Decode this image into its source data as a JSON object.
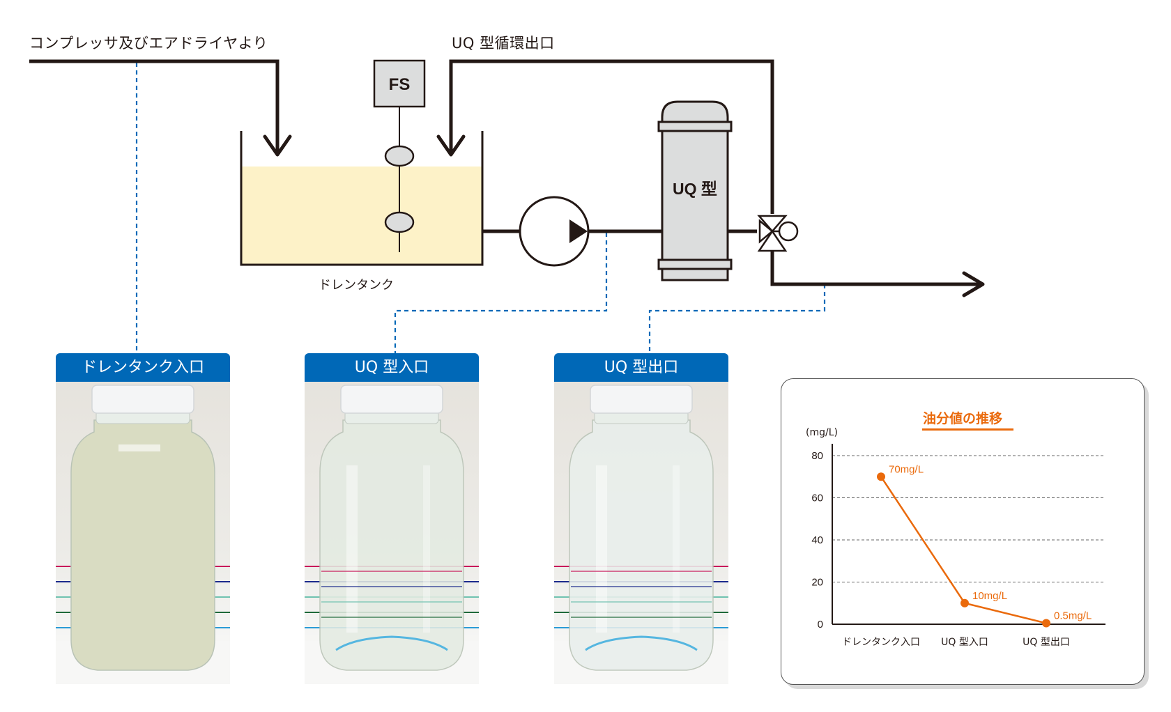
{
  "diagram": {
    "inlet_label": "コンプレッサ及びエアドライヤより",
    "recirculation_label": "UQ 型循環出口",
    "flow_switch_label": "FS",
    "tank_label": "ドレンタンク",
    "separator_label": "UQ 型",
    "colors": {
      "pipe": "#231815",
      "tank_fill": "#fdf2c8",
      "equipment_fill": "#dcdddd",
      "sample_line": "#0068b7"
    },
    "components": [
      {
        "name": "flow-switch",
        "icon": "fs-box"
      },
      {
        "name": "float-sensor",
        "icon": "float-icon"
      },
      {
        "name": "pump",
        "icon": "pump-icon"
      },
      {
        "name": "uq-separator",
        "icon": "vessel-icon"
      },
      {
        "name": "three-way-valve",
        "icon": "valve-icon"
      }
    ]
  },
  "samples": [
    {
      "label": "ドレンタンク入口",
      "liquid_color": "#d9dcc2",
      "turbidity": "cloudy"
    },
    {
      "label": "UQ 型入口",
      "liquid_color": "#e4ebe2",
      "turbidity": "clear"
    },
    {
      "label": "UQ 型出口",
      "liquid_color": "#e9efec",
      "turbidity": "clear"
    }
  ],
  "chart_data": {
    "type": "line",
    "title": "油分値の推移",
    "ylabel": "(mg/L)",
    "xlabel": "",
    "categories": [
      "ドレンタンク入口",
      "UQ 型入口",
      "UQ 型出口"
    ],
    "series": [
      {
        "name": "油分値",
        "values": [
          70,
          10,
          0.5
        ],
        "color": "#ea6a0c",
        "labels": [
          "70mg/L",
          "10mg/L",
          "0.5mg/L"
        ]
      }
    ],
    "yticks": [
      0,
      20,
      40,
      60,
      80
    ],
    "ylim": [
      0,
      80
    ],
    "grid": true,
    "grid_style": "dashed"
  }
}
